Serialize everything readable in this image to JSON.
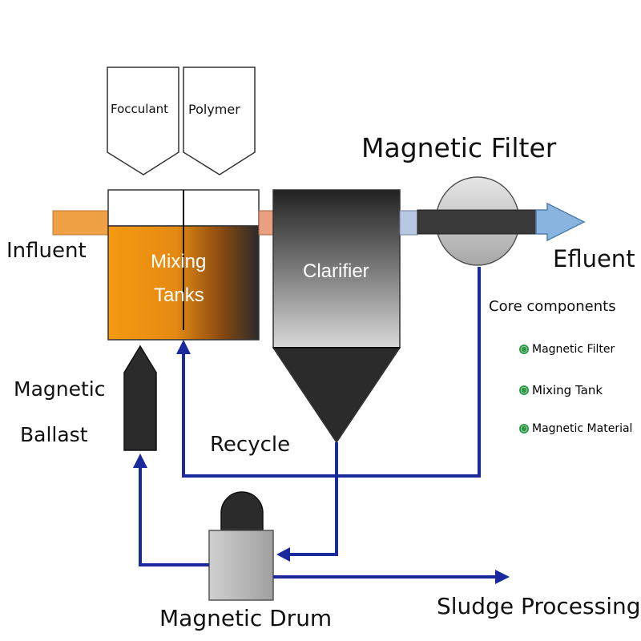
{
  "labels": {
    "magnetic_filter": "Magnetic Filter",
    "focculant": "Focculant",
    "polymer": "Polymer",
    "influent": "Influent",
    "mixing_tanks_line1": "Mixing",
    "mixing_tanks_line2": "Tanks",
    "clarifier": "Clarifier",
    "efluent": "Efluent",
    "magnetic_ballast_line1": "Magnetic",
    "magnetic_ballast_line2": "Ballast",
    "recycle": "Recycle",
    "magnetic_drum": "Magnetic Drum",
    "sludge_processing": "Sludge Processing"
  },
  "legend": {
    "title": "Core components",
    "items": [
      "Magnetic Filter",
      "Mixing Tank",
      "Magnetic Material"
    ],
    "dot_color": "#2e9b46"
  },
  "colors": {
    "pipe_blue": "#1a2a9c",
    "mixing_orange": "#f59a10",
    "influent_pipe": "#f0a045",
    "dark": "#2b2b2b",
    "efluent_arrow": "#8ab4e0"
  }
}
